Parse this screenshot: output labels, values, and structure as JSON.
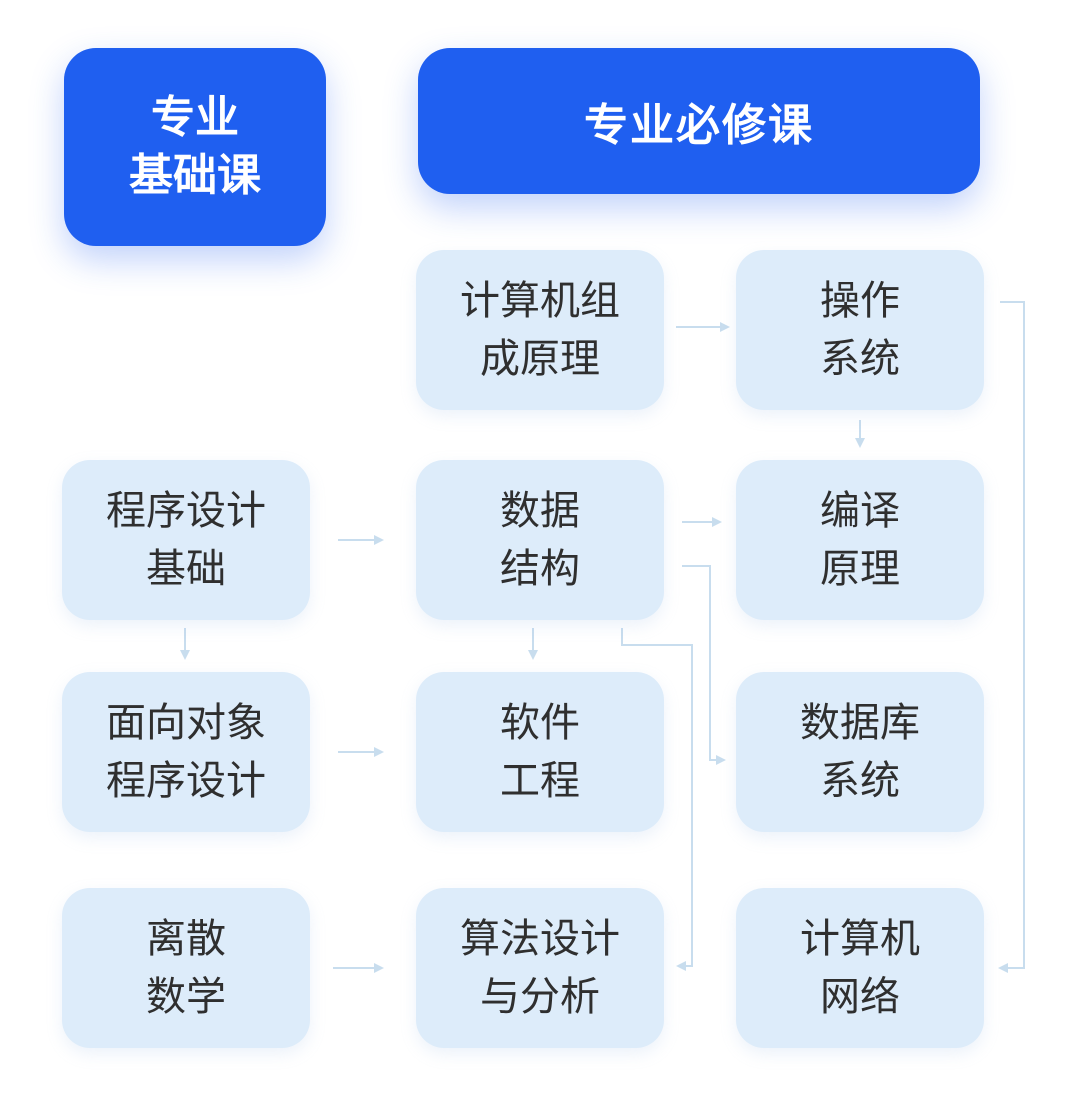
{
  "headers": {
    "foundation": {
      "line1": "专业",
      "line2": "基础课"
    },
    "required": {
      "label": "专业必修课"
    }
  },
  "courses": {
    "computer_organization": {
      "line1": "计算机组",
      "line2": "成原理"
    },
    "operating_system": {
      "line1": "操作",
      "line2": "系统"
    },
    "programming_basics": {
      "line1": "程序设计",
      "line2": "基础"
    },
    "data_structures": {
      "line1": "数据",
      "line2": "结构"
    },
    "compiler_principles": {
      "line1": "编译",
      "line2": "原理"
    },
    "oop": {
      "line1": "面向对象",
      "line2": "程序设计"
    },
    "software_engineering": {
      "line1": "软件",
      "line2": "工程"
    },
    "database_systems": {
      "line1": "数据库",
      "line2": "系统"
    },
    "discrete_math": {
      "line1": "离散",
      "line2": "数学"
    },
    "algorithm_design": {
      "line1": "算法设计",
      "line2": "与分析"
    },
    "computer_networks": {
      "line1": "计算机",
      "line2": "网络"
    }
  },
  "colors": {
    "header_fill": "#1f5ff0",
    "course_fill": "#ddecfa",
    "course_text": "#2f2f2f",
    "connector": "#c8ddee",
    "background": "#ffffff"
  }
}
